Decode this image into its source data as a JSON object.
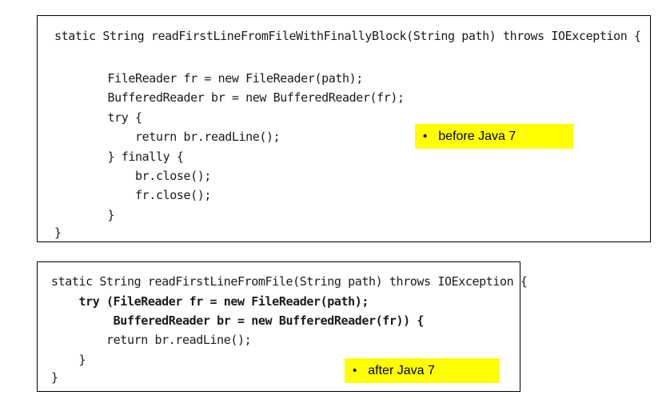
{
  "before_block": {
    "lines": [
      "static String readFirstLineFromFileWithFinallyBlock(String path) throws IOException {",
      "",
      "    FileReader fr = new FileReader(path);",
      "    BufferedReader br = new BufferedReader(fr);",
      "    try {",
      "        return br.readLine();",
      "    } finally {",
      "        br.close();",
      "        fr.close();",
      "    }",
      "}"
    ],
    "label_bullet": "•",
    "label": "before Java 7",
    "label_color": "#ffff00"
  },
  "after_block": {
    "lines": [
      "static String readFirstLineFromFile(String path) throws IOException {",
      "    try (FileReader fr = new FileReader(path);",
      "         BufferedReader br = new BufferedReader(fr)) {",
      "        return br.readLine();",
      "    }",
      "}"
    ],
    "label_bullet": "•",
    "label": "after Java 7",
    "label_color": "#ffff00"
  }
}
